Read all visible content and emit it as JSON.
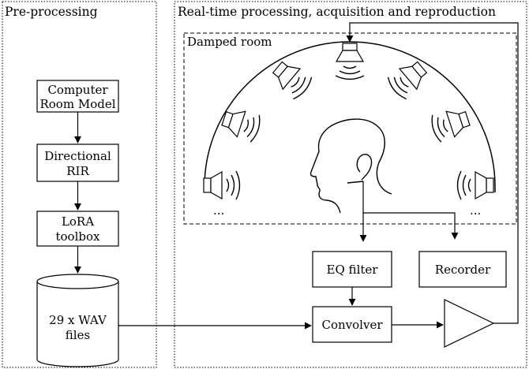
{
  "sections": {
    "left_title": "Pre-processing",
    "right_title": "Real-time processing, acquisition and reproduction",
    "room_title": "Damped room"
  },
  "blocks": {
    "computer_room_model": [
      "Computer",
      "Room Model"
    ],
    "directional_rir": [
      "Directional",
      "RIR"
    ],
    "lora_toolbox": [
      "LoRA",
      "toolbox"
    ],
    "wav_files": [
      "29 x WAV",
      "files"
    ],
    "eq_filter": "EQ filter",
    "recorder": "Recorder",
    "convolver": "Convolver"
  },
  "room": {
    "ellipsis_left": "...",
    "ellipsis_right": "..."
  },
  "colors": {
    "stroke": "#000000",
    "background": "#ffffff"
  }
}
